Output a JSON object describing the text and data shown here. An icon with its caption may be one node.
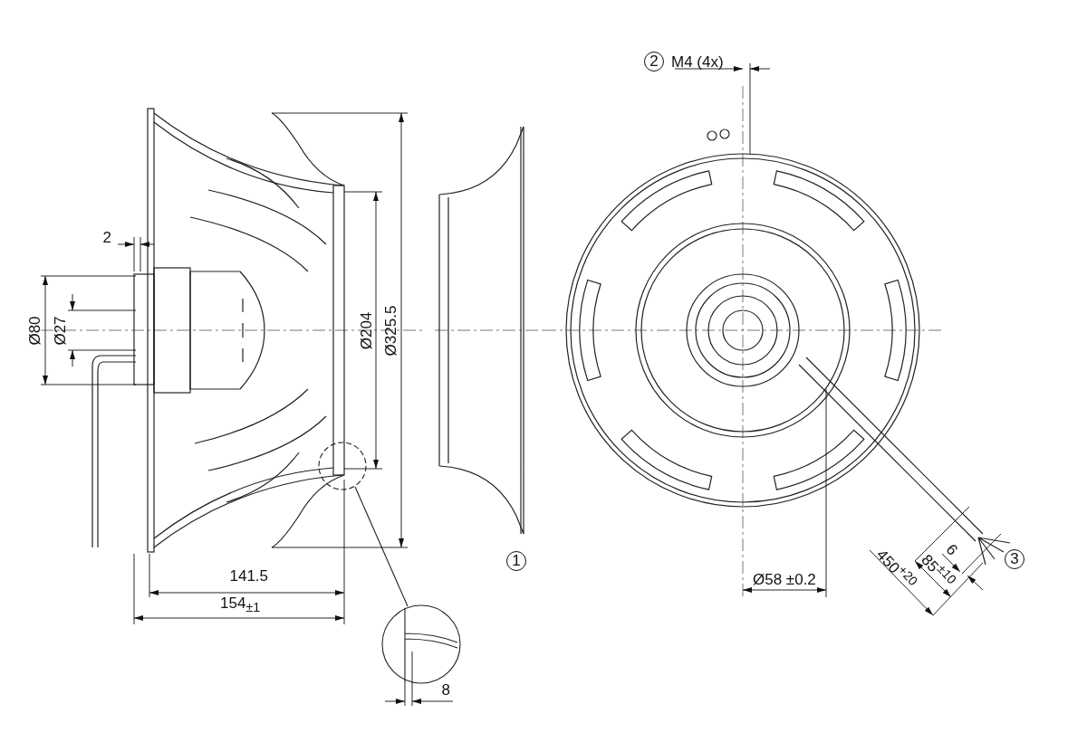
{
  "diagram": {
    "labels": [
      "2",
      "Ø80",
      "Ø27",
      "Ø204",
      "Ø325.5",
      "141.5",
      "154$_{±1}$",
      "8",
      "1",
      "2",
      "M4 (4x)",
      "Ø58 ±0.2",
      "450$^{+20}$",
      "85$^{±10}$",
      "6",
      "3"
    ]
  }
}
